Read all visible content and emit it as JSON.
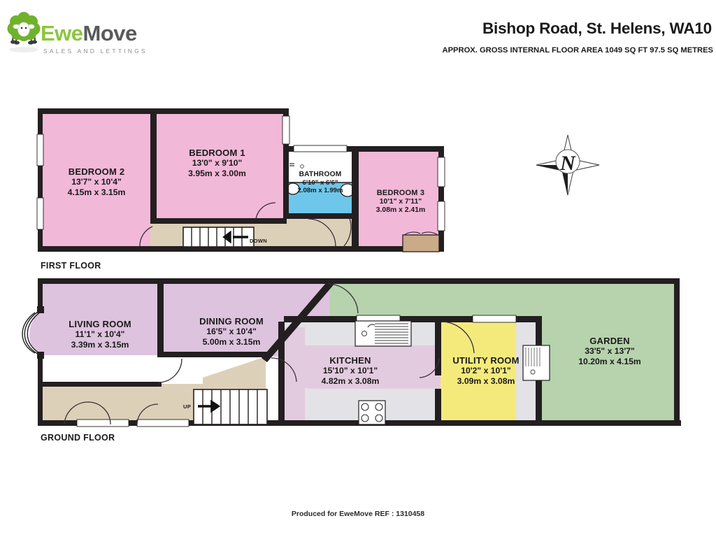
{
  "brand": {
    "name_part1": "Ewe",
    "name_part2": "Move",
    "tagline": "SALES AND LETTINGS",
    "logo_icon": "sheep-logo-icon",
    "green": "#8cc63e",
    "grey": "#58595b"
  },
  "header": {
    "title": "Bishop Road, St. Helens, WA10",
    "subtitle": "APPROX. GROSS INTERNAL FLOOR AREA 1049 SQ FT 97.5 SQ METRES"
  },
  "compass": {
    "label": "N",
    "icon": "compass-north-icon"
  },
  "floors": [
    {
      "id": "first",
      "label": "FIRST FLOOR",
      "rooms": [
        {
          "name": "BEDROOM 2",
          "imperial": "13'7\"  x 10'4\"",
          "metric": "4.15m  x 3.15m",
          "color": "#f2b8d8"
        },
        {
          "name": "BEDROOM 1",
          "imperial": "13'0\"  x 9'10\"",
          "metric": "3.95m  x 3.00m",
          "color": "#f2b8d8"
        },
        {
          "name": "BATHROOM",
          "imperial": "6'10\"  x 6'6\"",
          "metric": "2.08m  x 1.99m",
          "color": "#6ec6ea"
        },
        {
          "name": "BEDROOM 3",
          "imperial": "10'1\"  x 7'11\"",
          "metric": "3.08m  x 2.41m",
          "color": "#f2b8d8"
        }
      ],
      "stairs": {
        "direction": "DOWN",
        "arrow": "left"
      }
    },
    {
      "id": "ground",
      "label": "GROUND FLOOR",
      "rooms": [
        {
          "name": "LIVING ROOM",
          "imperial": "11'1\"  x 10'4\"",
          "metric": "3.39m  x 3.15m",
          "color": "#ddc3de"
        },
        {
          "name": "DINING ROOM",
          "imperial": "16'5\"  x 10'4\"",
          "metric": "5.00m  x 3.15m",
          "color": "#ddc3de"
        },
        {
          "name": "KITCHEN",
          "imperial": "15'10\"  x 10'1\"",
          "metric": "4.82m  x 3.08m",
          "color": "#e3cbdf"
        },
        {
          "name": "UTILITY ROOM",
          "imperial": "10'2\"  x 10'1\"",
          "metric": "3.09m  x 3.08m",
          "color": "#f4ea7c"
        },
        {
          "name": "GARDEN",
          "imperial": "33'5\"  x 13'7\"",
          "metric": "10.20m  x 4.15m",
          "color": "#b6d3ad"
        }
      ],
      "stairs": {
        "direction": "UP",
        "arrow": "right"
      }
    }
  ],
  "footer": {
    "text": "Produced for EweMove   REF : 1310458"
  },
  "palette": {
    "wall": "#231f20",
    "bedroom_pink": "#f2b8d8",
    "bathroom_blue": "#6ec6ea",
    "landing_tan": "#ddd0b8",
    "living_mauve": "#ddc3de",
    "kitchen_mauve": "#e3cbdf",
    "utility_yellow": "#f4ea7c",
    "garden_green": "#b6d3ad",
    "fixture_grey": "#e2e2e7",
    "cupboard_tan": "#cbaa88"
  }
}
